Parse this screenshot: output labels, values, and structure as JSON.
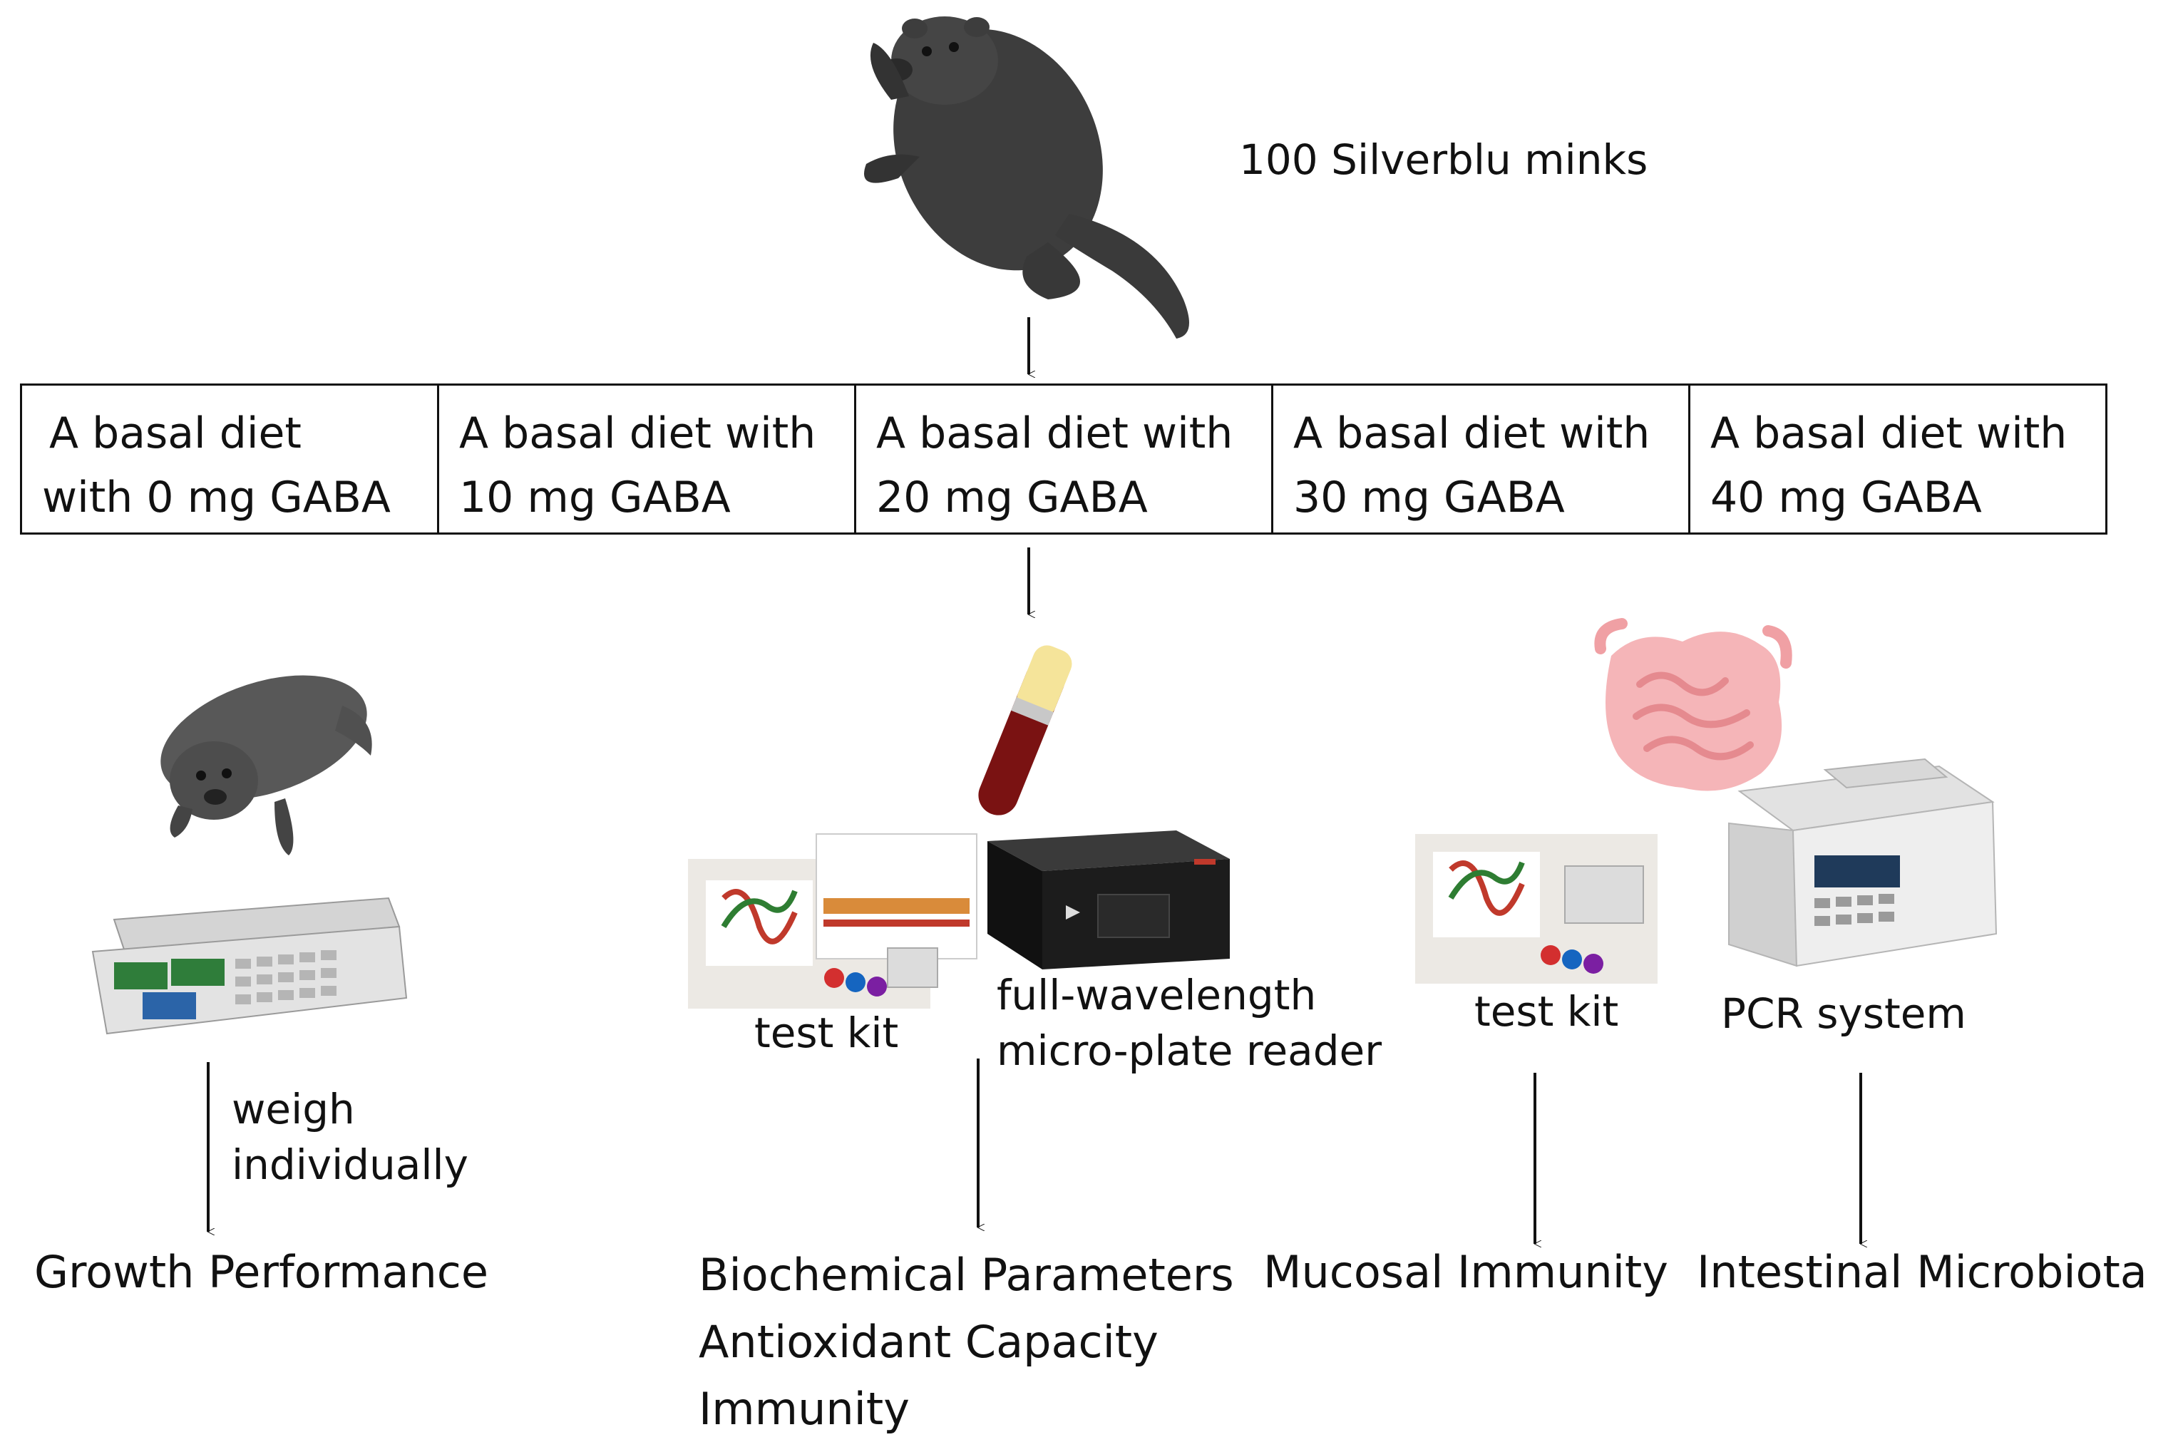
{
  "header": {
    "population_label": "100 Silverblu minks"
  },
  "groups": [
    {
      "line1": "A basal diet",
      "line2": "with 0 mg GABA"
    },
    {
      "line1": "A basal diet with",
      "line2": "10 mg GABA"
    },
    {
      "line1": "A basal diet with",
      "line2": "20 mg GABA"
    },
    {
      "line1": "A basal diet with",
      "line2": "30 mg GABA"
    },
    {
      "line1": "A basal diet with",
      "line2": "40 mg GABA"
    }
  ],
  "methods": {
    "weigh_line1": "weigh",
    "weigh_line2": "individually",
    "test_kit_1": "test kit",
    "reader_line1": "full-wavelength",
    "reader_line2": "micro-plate reader",
    "test_kit_2": "test kit",
    "pcr": "PCR system"
  },
  "outcomes": {
    "growth": "Growth Performance",
    "serum_1": "Biochemical Parameters",
    "serum_2": "Antioxidant Capacity",
    "serum_3": "Immunity",
    "mucosal": "Mucosal Immunity",
    "microbiota": "Intestinal Microbiota"
  },
  "colors": {
    "mink": "#3d3d3d",
    "blood": "#7a1212",
    "tube_cap": "#f5e49a",
    "intestine": "#f0a0a4",
    "scale_body": "#d9d9d9",
    "reader": "#1c1c1c"
  }
}
